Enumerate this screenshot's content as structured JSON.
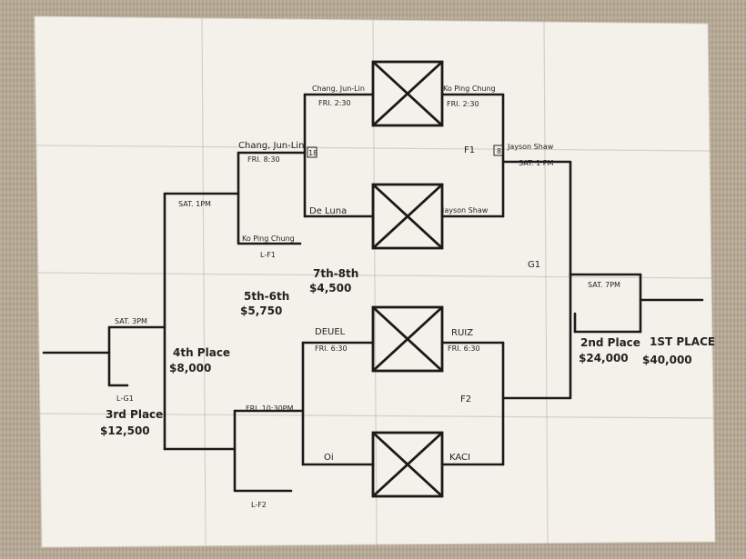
{
  "bracket": {
    "lf1_bye_seed": "18",
    "f1_bye_seed": "8",
    "sf1": {
      "top_player": "Chang, Jun-Lin",
      "top_time": "FRI. 2:30",
      "bottom_player": "De Luna",
      "right_top_player": "Ko Ping Chung",
      "right_top_time": "FRI. 2:30",
      "right_bottom_player": "Jayson Shaw"
    },
    "sf2": {
      "top_player": "DEUEL",
      "top_time": "FRI. 6:30",
      "bottom_player": "Oi",
      "right_top_player": "RUIZ",
      "right_top_time": "FRI. 6:30",
      "right_bottom_player": "KACI"
    },
    "lf1": {
      "player": "Chang, Jun-Lin",
      "time": "FRI. 8:30",
      "loser": "Ko Ping Chung",
      "label": "L-F1"
    },
    "f1": {
      "label": "F1",
      "player": "Jayson Shaw",
      "time": "SAT. 1 PM"
    },
    "f2": {
      "label": "F2"
    },
    "lf2": {
      "time": "FRI. 10:30PM",
      "label": "L-F2"
    },
    "sat1": {
      "time": "SAT. 1PM"
    },
    "sat3": {
      "time": "SAT. 3PM",
      "label": "L-G1"
    },
    "g1": {
      "label": "G1"
    },
    "final": {
      "time": "SAT. 7PM"
    },
    "prizes": {
      "third_place": "3rd Place",
      "third_amount": "$12,500",
      "fourth_place": "4th Place",
      "fourth_amount": "$8,000",
      "fifth_sixth": "5th-6th",
      "fifth_sixth_amount": "$5,750",
      "seventh_eighth": "7th-8th",
      "seventh_eighth_amount": "$4,500",
      "second_place": "2nd Place",
      "second_amount": "$24,000",
      "first_place": "1ST PLACE",
      "first_amount": "$40,000"
    }
  }
}
